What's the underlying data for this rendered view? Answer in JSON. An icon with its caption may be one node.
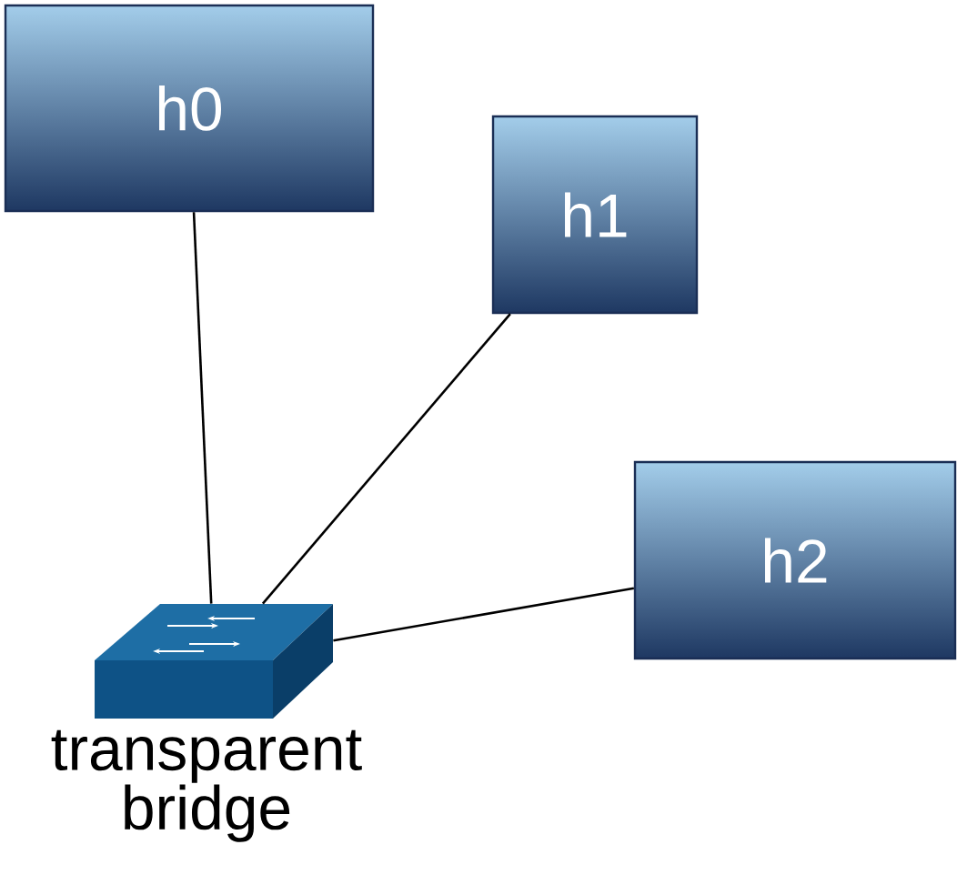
{
  "diagram": {
    "nodes": [
      {
        "text": [
          "h0"
        ]
      },
      {
        "text": [
          "h1"
        ]
      },
      {
        "text": [
          "h2"
        ]
      },
      {
        "text": [],
        "shape": "picture",
        "beside": [
          "transparent bridge"
        ]
      }
    ],
    "edges": [
      {
        "from": 0,
        "to": 3,
        "arrow": "none"
      },
      {
        "from": 1,
        "to": 3,
        "arrow": "none"
      },
      {
        "from": 2,
        "to": 3,
        "arrow": "none"
      }
    ]
  }
}
